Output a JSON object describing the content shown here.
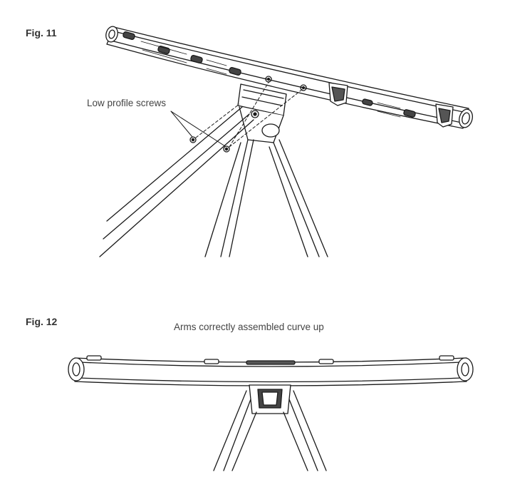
{
  "figures": [
    {
      "label": "Fig. 11",
      "callout": "Low profile screws"
    },
    {
      "label": "Fig. 12",
      "caption": "Arms correctly assembled curve up"
    }
  ],
  "colors": {
    "line": "#1a1a1a",
    "text": "#333333",
    "background": "#ffffff"
  }
}
